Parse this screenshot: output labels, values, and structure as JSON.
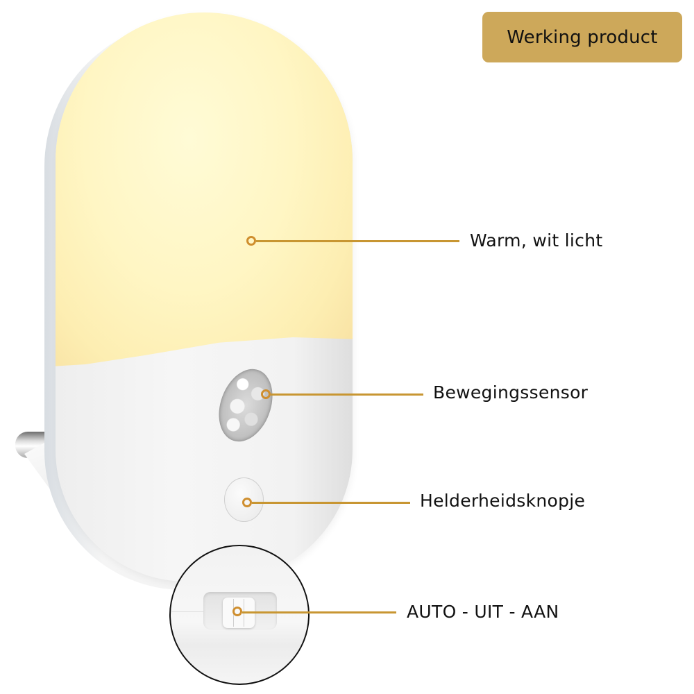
{
  "header": {
    "badge_label": "Werking product"
  },
  "colors": {
    "badge_background": "#cda85a",
    "callout_accent": "#c89632",
    "light_color": "#fff6c4"
  },
  "product": {
    "name": "plug-in night light",
    "zoom_inset": "mode switch close-up"
  },
  "callouts": [
    {
      "id": "light",
      "label": "Warm, wit licht"
    },
    {
      "id": "sensor",
      "label": "Bewegingssensor"
    },
    {
      "id": "brightness",
      "label": "Helderheidsknopje"
    },
    {
      "id": "mode",
      "label": "AUTO - UIT - AAN"
    }
  ]
}
